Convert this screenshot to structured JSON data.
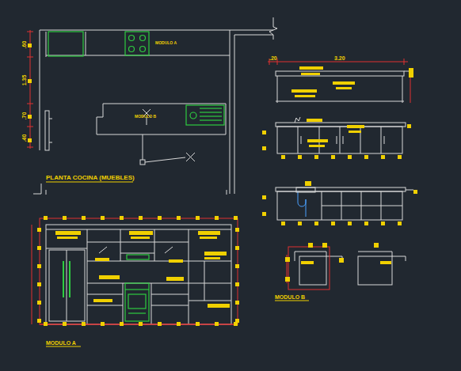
{
  "diagram": {
    "labels": [
      ".60",
      "1.35",
      ".70",
      ".40",
      "MODULO A",
      "MODULO B",
      "PLANTA COCINA (MUEBLES)",
      ".20",
      "3.20",
      "MODULO B",
      "MODULO A"
    ]
  }
}
